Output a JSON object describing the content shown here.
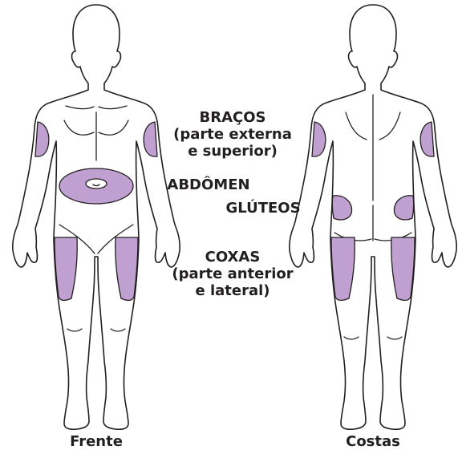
{
  "labels": {
    "arms": "BRAÇOS\n(parte externa\ne superior)",
    "abdomen": "ABDÔMEN",
    "glutes": "GLÚTEOS",
    "thighs": "COXAS\n(parte anterior\ne lateral)"
  },
  "captions": {
    "front": "Frente",
    "back": "Costas"
  },
  "colors": {
    "injection_zone": "#bfa0d0",
    "outline": "#231f20",
    "background": "#ffffff"
  }
}
